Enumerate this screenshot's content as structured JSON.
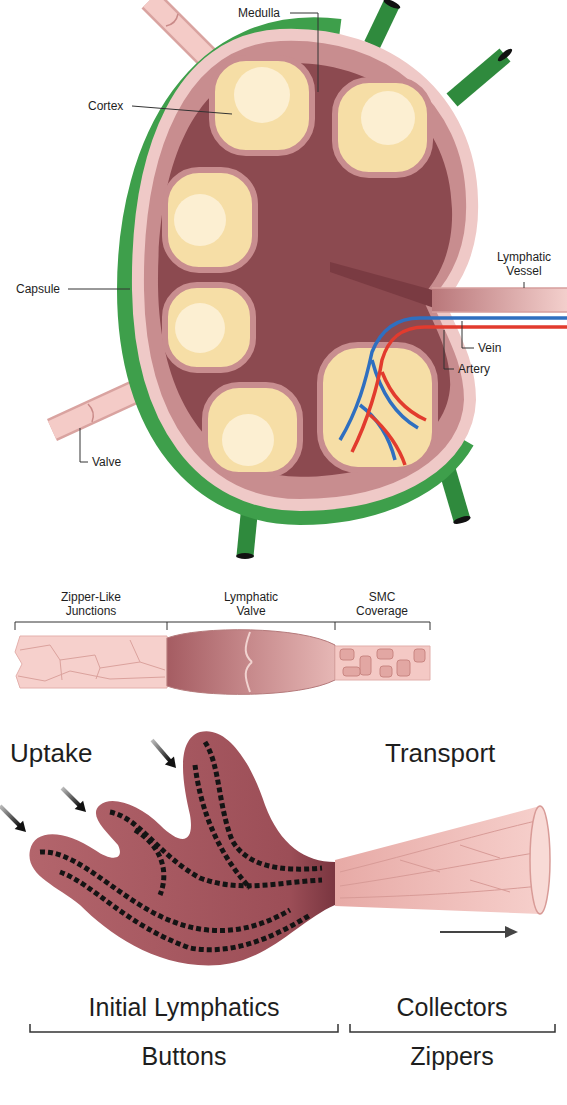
{
  "diagram": {
    "labels": [
      "Medulla",
      "Cortex",
      "Lymphatic Vessel",
      "Capsule",
      "Vein",
      "Artery",
      "Valve",
      "Zipper-Like Junctions",
      "Lymphatic Valve",
      "SMC Coverage",
      "Uptake",
      "Transport",
      "Initial Lymphatics",
      "Collectors",
      "Buttons",
      "Zippers"
    ]
  }
}
